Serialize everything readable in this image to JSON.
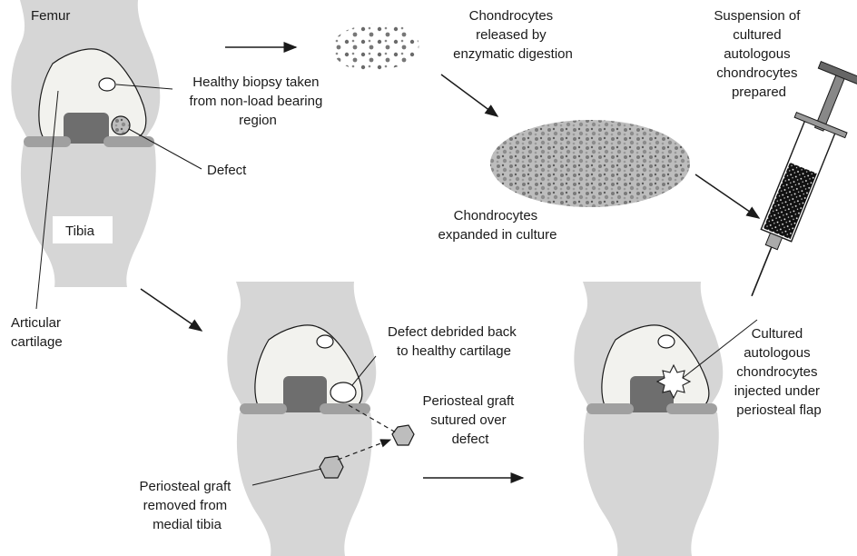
{
  "labels": {
    "femur": "Femur",
    "tibia": "Tibia",
    "articular_cartilage": [
      "Articular",
      "cartilage"
    ],
    "healthy_biopsy": [
      "Healthy biopsy taken",
      "from non-load bearing",
      "region"
    ],
    "defect": "Defect",
    "chondrocytes_released": [
      "Chondrocytes",
      "released by",
      "enzymatic digestion"
    ],
    "chondrocytes_expanded": [
      "Chondrocytes",
      "expanded in culture"
    ],
    "suspension": [
      "Suspension of",
      "cultured",
      "autologous",
      "chondrocytes",
      "prepared"
    ],
    "defect_debrided": [
      "Defect debrided back",
      "to healthy cartilage"
    ],
    "periosteal_sutured": [
      "Periosteal graft",
      "sutured over",
      "defect"
    ],
    "periosteal_removed": [
      "Periosteal graft",
      "removed from",
      "medial tibia"
    ],
    "injected": [
      "Cultured",
      "autologous",
      "chondrocytes",
      "injected under",
      "periosteal flap"
    ]
  },
  "colors": {
    "bone": "#d6d6d6",
    "cartilage": "#f2f2ee",
    "plateau": "#6e6e6e",
    "meniscus": "#a0a0a0",
    "line": "#1a1a1a"
  }
}
